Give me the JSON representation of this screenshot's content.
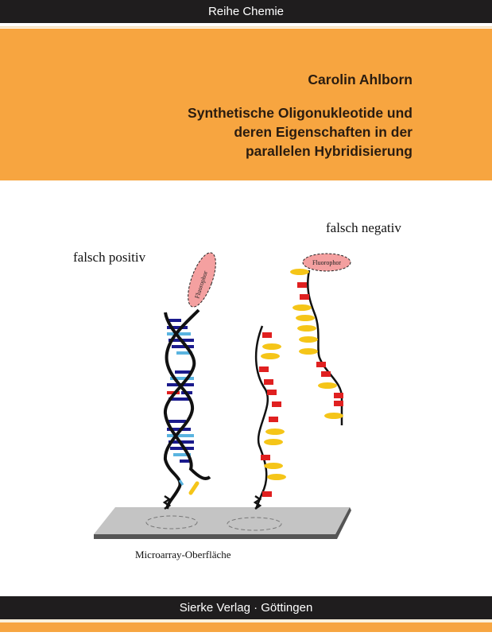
{
  "cover": {
    "series": "Reihe Chemie",
    "author": "Carolin Ahlborn",
    "title_lines": [
      "Synthetische Oligonukleotide und",
      "deren Eigenschaften in der",
      "parallelen Hybridisierung"
    ],
    "publisher": "Sierke Verlag · Göttingen"
  },
  "illustration": {
    "label_false_positive": "falsch positiv",
    "label_false_negative": "falsch negativ",
    "fluorophore_label": "Fluorophor",
    "surface_label": "Microarray-Oberfläche"
  },
  "colors": {
    "orange": "#f7a540",
    "bar": "#1f1d1e",
    "fluorophore": "#f4a0a0",
    "base_yellow": "#f5c518",
    "base_red": "#e02020",
    "base_blue": "#1a1a8c",
    "base_lightblue": "#5ab4e0",
    "surface": "#c0c0c0"
  }
}
